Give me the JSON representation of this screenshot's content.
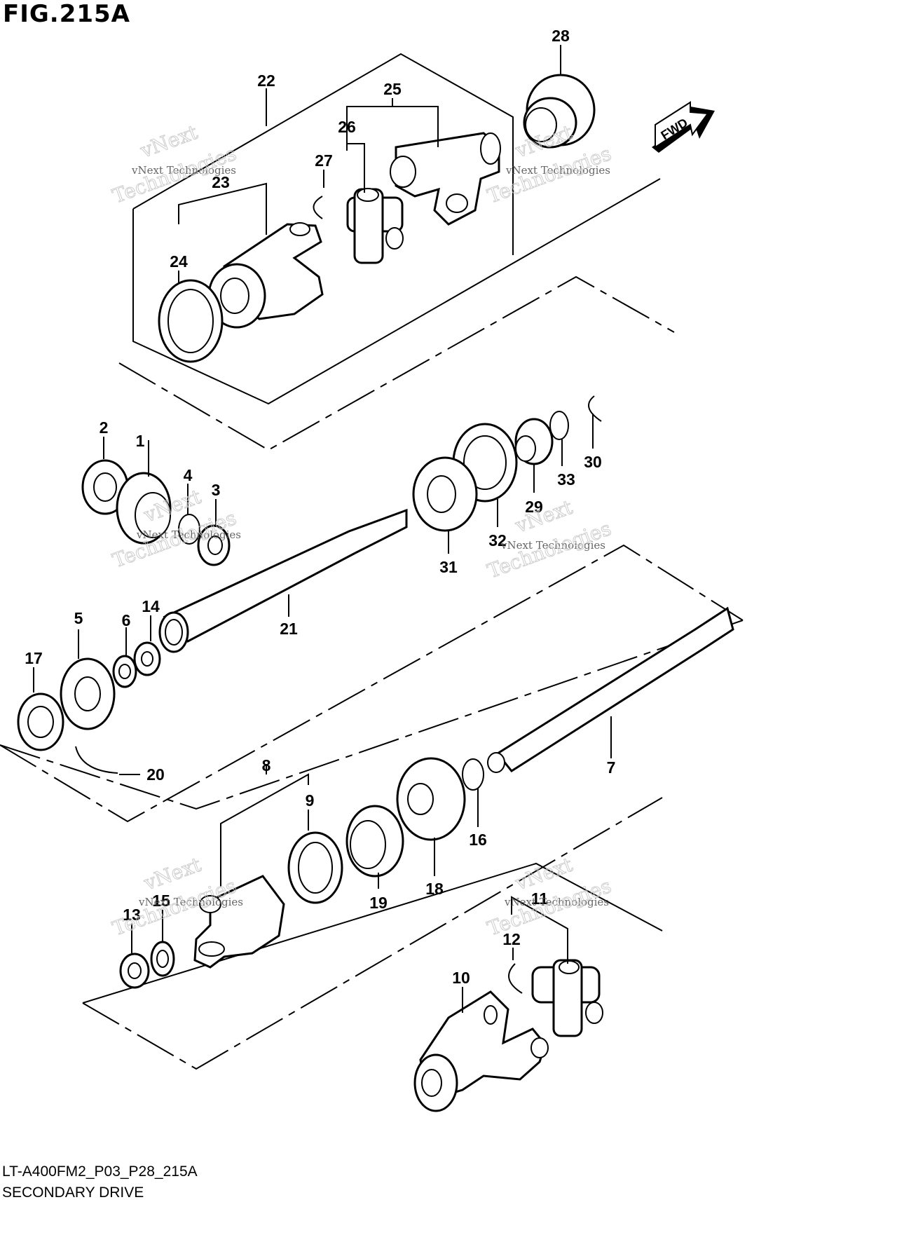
{
  "header": {
    "figure_title": "FIG.215A"
  },
  "footer": {
    "code": "LT-A400FM2_P03_P28_215A",
    "title": "SECONDARY DRIVE"
  },
  "direction_label": "FWD",
  "watermark": {
    "line1": "vNext Technologies",
    "line2": "vNext",
    "line3": "Technologies"
  },
  "callouts": [
    "1",
    "2",
    "3",
    "4",
    "5",
    "6",
    "7",
    "8",
    "9",
    "10",
    "11",
    "12",
    "13",
    "14",
    "15",
    "16",
    "17",
    "18",
    "19",
    "20",
    "21",
    "22",
    "23",
    "24",
    "25",
    "26",
    "27",
    "28",
    "29",
    "30",
    "31",
    "32",
    "33"
  ]
}
